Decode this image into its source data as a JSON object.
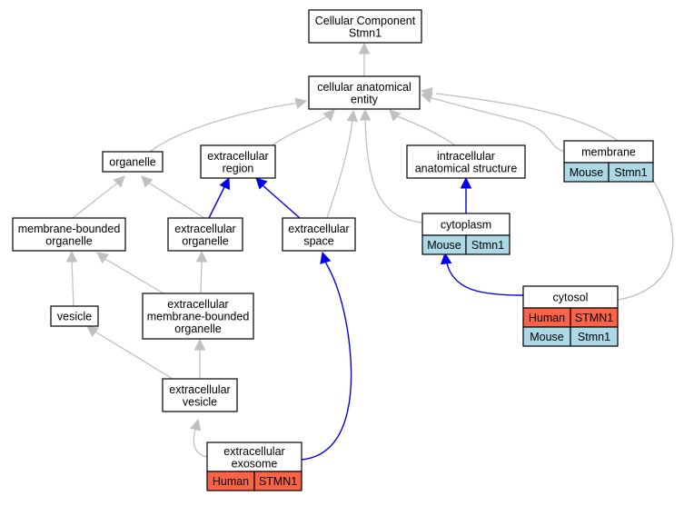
{
  "colors": {
    "human": "#fa6347",
    "mouse": "#add8e6",
    "is_a_edge": "#c0c0c0",
    "part_of_edge": "#0000ee"
  },
  "nodes": {
    "root": [
      "Cellular Component",
      "Stmn1"
    ],
    "cae": [
      "cellular anatomical",
      "entity"
    ],
    "organelle": [
      "organelle"
    ],
    "ecregion": [
      "extracellular",
      "region"
    ],
    "intracellular": [
      "intracellular",
      "anatomical structure"
    ],
    "membrane": [
      "membrane"
    ],
    "mbo": [
      "membrane-bounded",
      "organelle"
    ],
    "ecorganelle": [
      "extracellular",
      "organelle"
    ],
    "ecspace": [
      "extracellular",
      "space"
    ],
    "cytoplasm": [
      "cytoplasm"
    ],
    "vesicle": [
      "vesicle"
    ],
    "ecmbo": [
      "extracellular",
      "membrane-bounded",
      "organelle"
    ],
    "cytosol": [
      "cytosol"
    ],
    "ecvesicle": [
      "extracellular",
      "vesicle"
    ],
    "exosome": [
      "extracellular",
      "exosome"
    ]
  },
  "annotations": {
    "membrane": [
      [
        "Mouse",
        "Stmn1"
      ]
    ],
    "cytoplasm": [
      [
        "Mouse",
        "Stmn1"
      ]
    ],
    "cytosol": [
      [
        "Human",
        "STMN1"
      ],
      [
        "Mouse",
        "Stmn1"
      ]
    ],
    "exosome": [
      [
        "Human",
        "STMN1"
      ]
    ]
  }
}
